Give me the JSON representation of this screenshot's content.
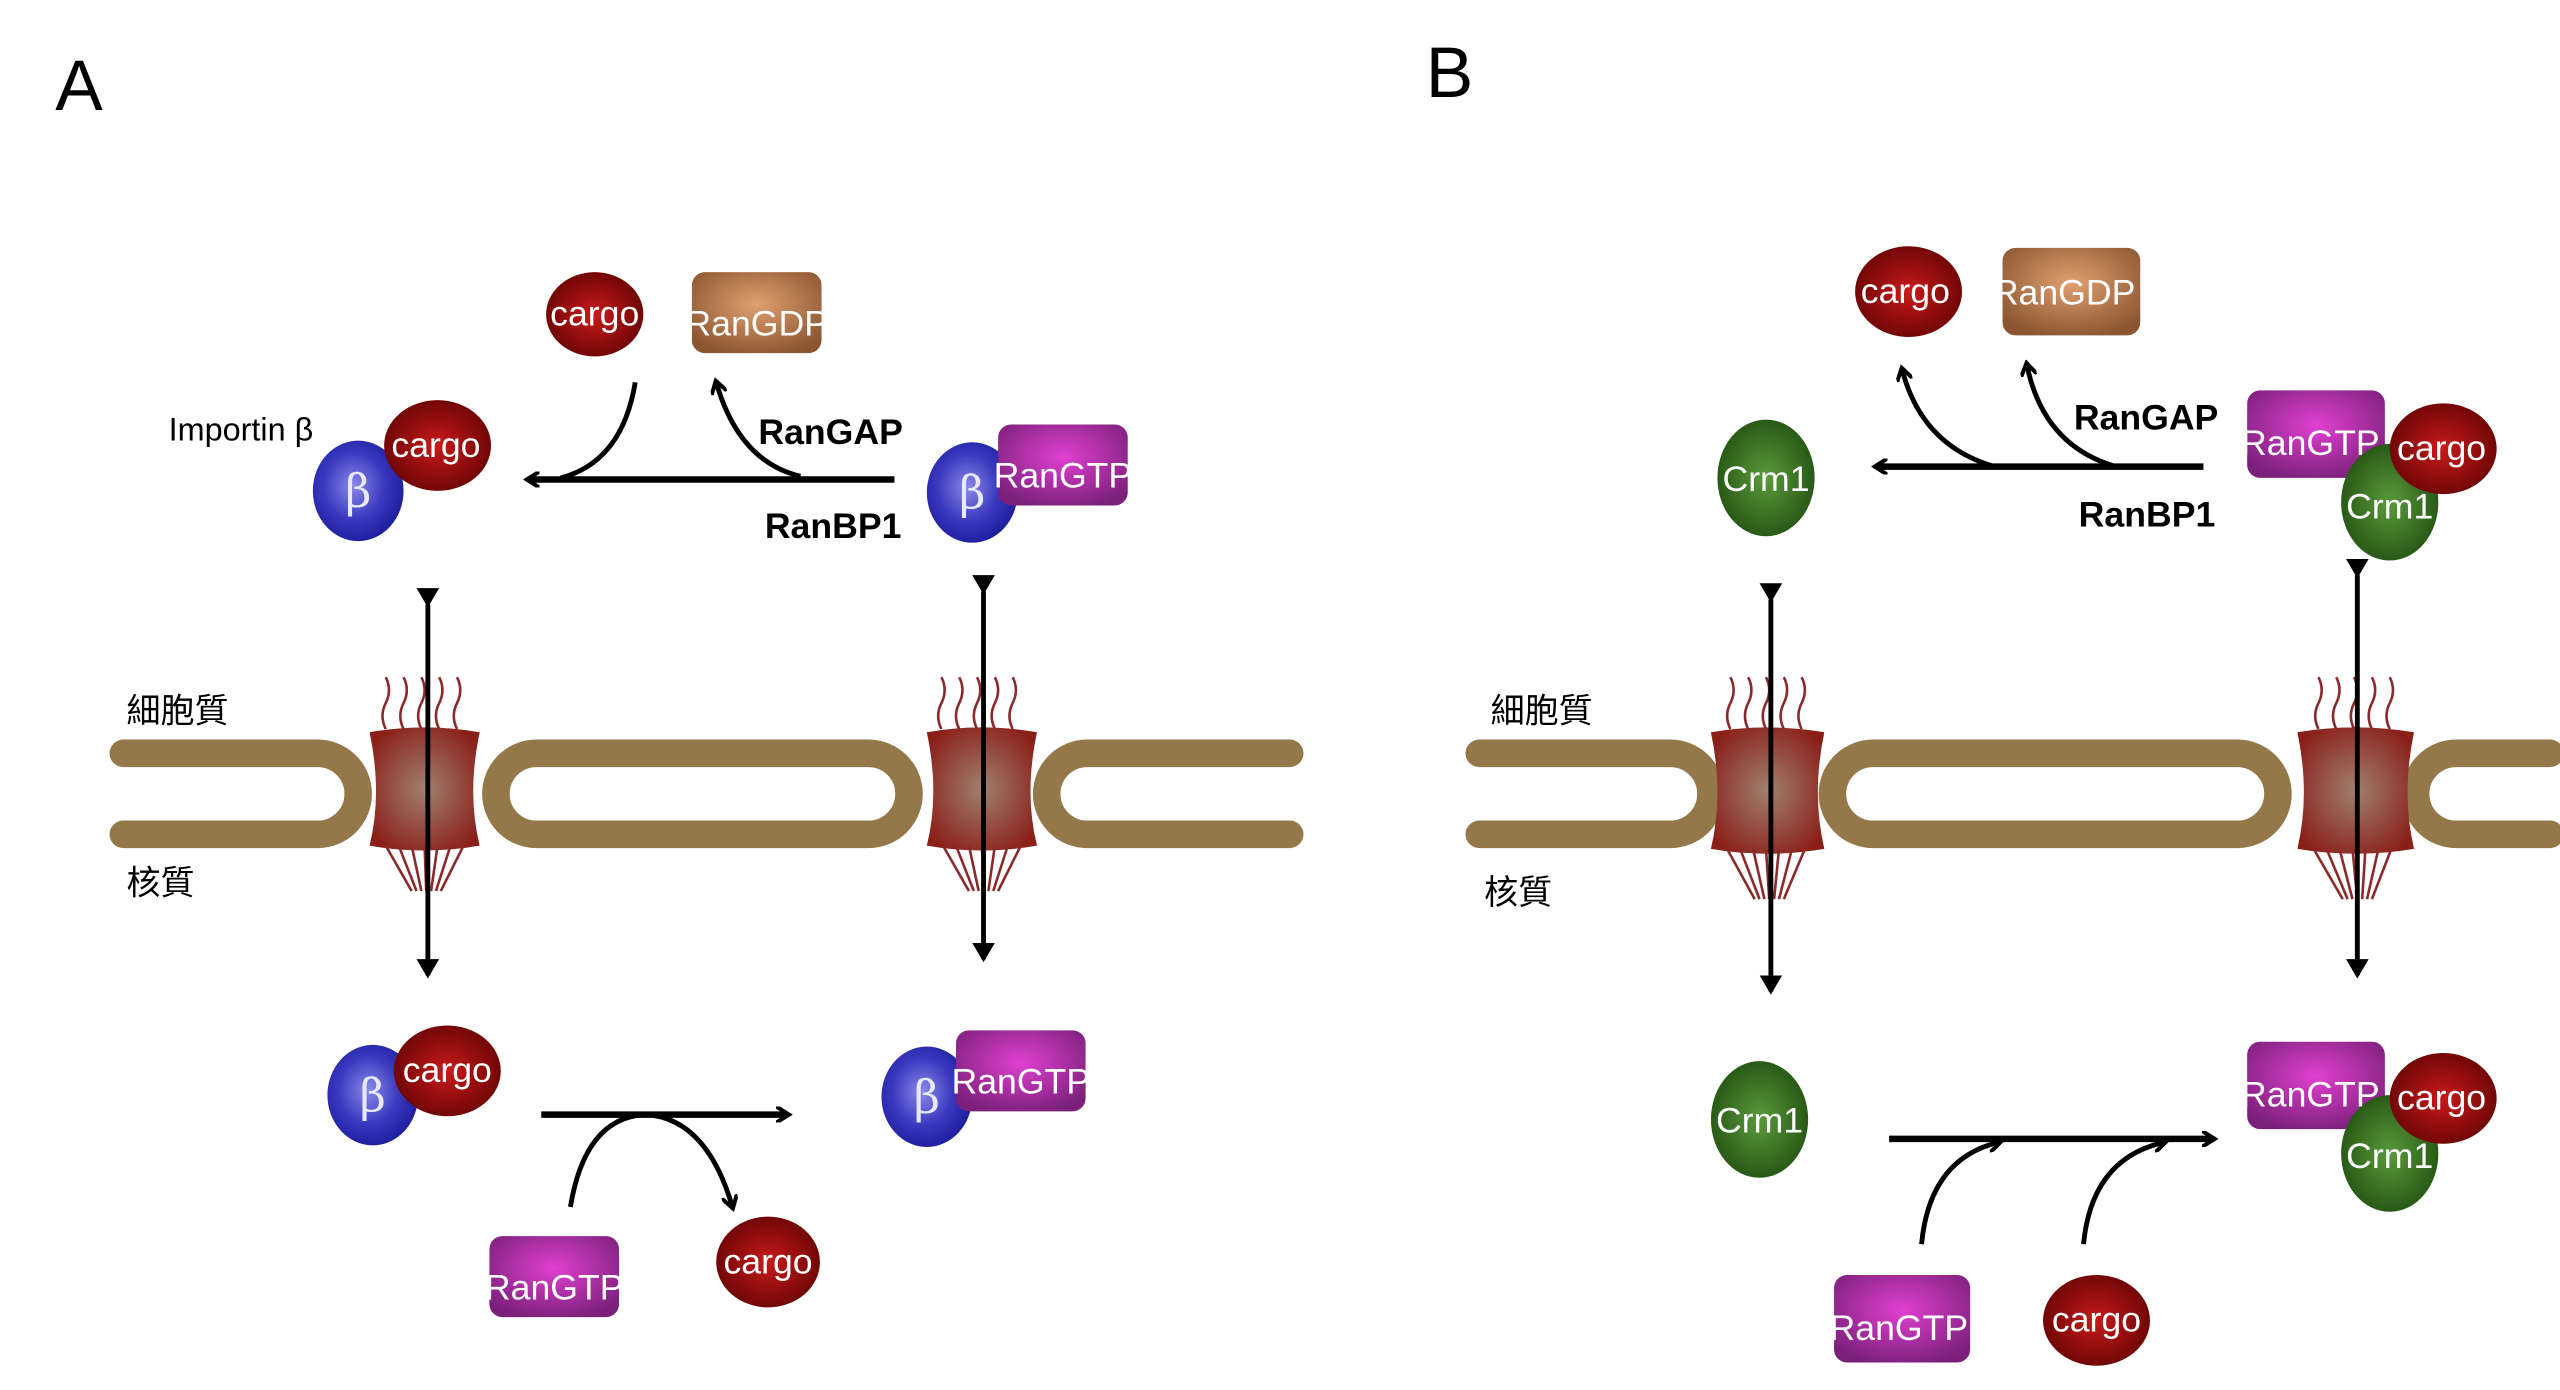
{
  "panels": [
    {
      "label": "A",
      "title_label": "Importin β",
      "compartments": {
        "cytoplasm": "細胞質",
        "nucleoplasm": "核質"
      },
      "enzymes": {
        "gap": "RanGAP",
        "bp1": "RanBP1"
      },
      "molecules": {
        "cargo": "cargo",
        "ran_gdp": "RanGDP",
        "ran_gtp": "RanGTP",
        "beta": "β"
      }
    },
    {
      "label": "B",
      "compartments": {
        "cytoplasm": "細胞質",
        "nucleoplasm": "核質"
      },
      "enzymes": {
        "gap": "RanGAP",
        "bp1": "RanBP1"
      },
      "molecules": {
        "cargo": "cargo",
        "ran_gdp": "RanGDP",
        "ran_gtp": "RanGTP",
        "crm1": "Crm1"
      }
    }
  ],
  "colors": {
    "cargo": "#8e0a0a",
    "importin_beta": "#2a2ab0",
    "ran_gtp": "#a02ea0",
    "ran_gdp": "#a86b45",
    "crm1": "#2f6a1a",
    "membrane": "#94784a",
    "pore": "#9a2a22"
  }
}
